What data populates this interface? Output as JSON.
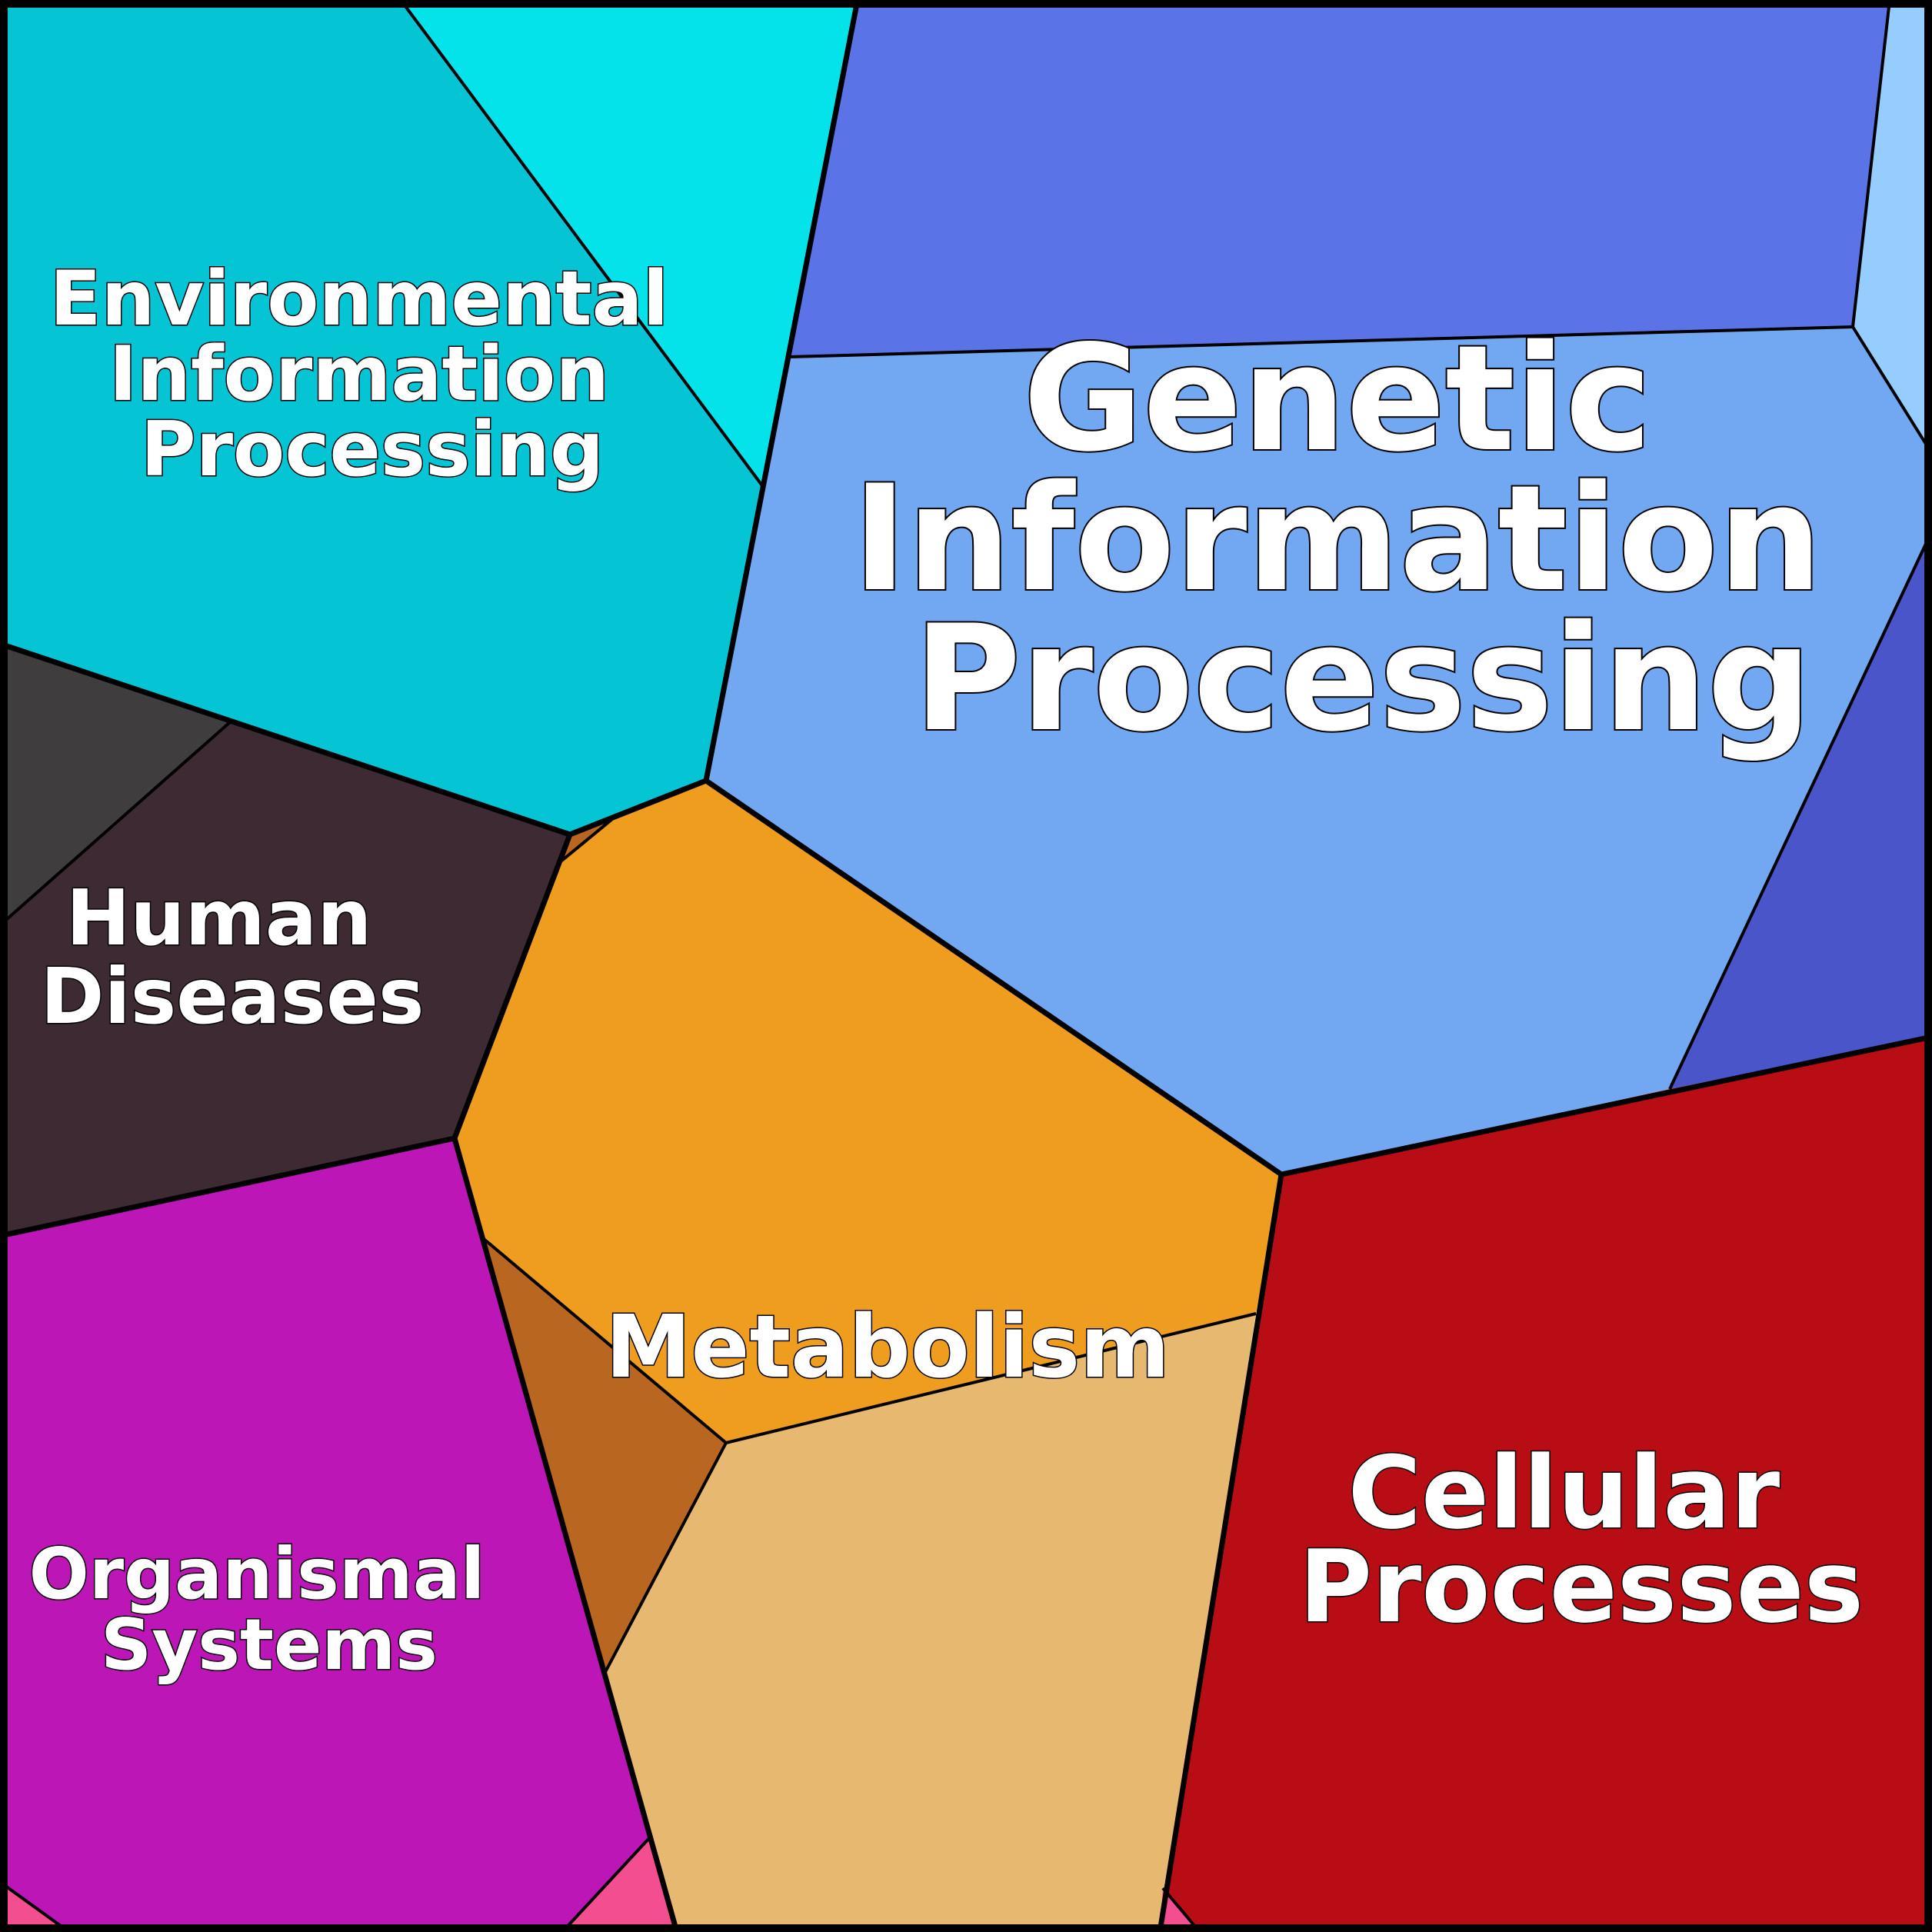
{
  "diagram": {
    "categories": [
      {
        "id": "environmental",
        "lines": [
          "Environmental",
          "Information",
          "Processing"
        ],
        "color": "#05C4D4",
        "subcolors": [
          "#05E3EA"
        ]
      },
      {
        "id": "genetic",
        "lines": [
          "Genetic",
          "Information",
          "Processing"
        ],
        "color": "#72A8F2",
        "subcolors": [
          "#5A74E8",
          "#95CEFE",
          "#4A55CA"
        ]
      },
      {
        "id": "human",
        "lines": [
          "Human",
          "Diseases"
        ],
        "color": "#3D2A33",
        "subcolors": [
          "#403D3E"
        ]
      },
      {
        "id": "metabolism",
        "lines": [
          "Metabolism"
        ],
        "color": "#EE9D1E",
        "subcolors": [
          "#B96620",
          "#E7B870"
        ]
      },
      {
        "id": "cellular",
        "lines": [
          "Cellular",
          "Processes"
        ],
        "color": "#B90D16",
        "subcolors": []
      },
      {
        "id": "organismal",
        "lines": [
          "Organismal",
          "Systems"
        ],
        "color": "#BD16B6",
        "subcolors": [
          "#F24E90"
        ]
      }
    ]
  }
}
